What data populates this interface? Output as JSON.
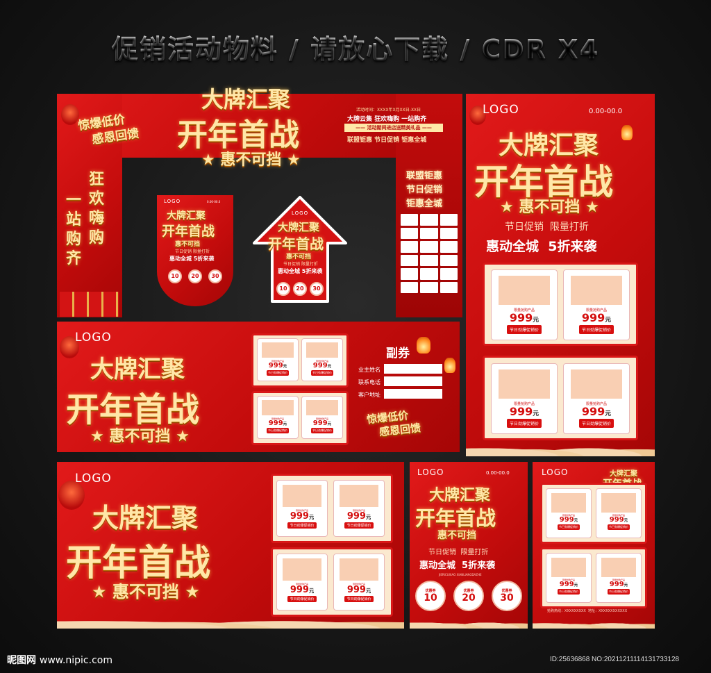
{
  "header": {
    "title": "促销活动物料 / 请放心下载 / CDR X4"
  },
  "shared": {
    "logo": "LOGO",
    "headline1": "大牌汇聚",
    "headline2": "开年首战",
    "headline3": "惠不可挡",
    "star": "★",
    "time_label": "活动时间",
    "time_value": "0.00-00.0",
    "sub1": "节日促销  限量打折",
    "sub2": "惠动全城  5折来袭",
    "pinyin": "JIERICUXIAO XIANLIANGDAZHE",
    "coupon_label": "优惠券",
    "coupons": [
      "10",
      "20",
      "30"
    ],
    "coupon_unit": "元",
    "product_tag": "限量抢购产品",
    "price": "999",
    "price_unit": "元",
    "price_btn": "节日劲爆促销价"
  },
  "arch": {
    "left_slogan1": "惊爆低价",
    "left_slogan2": "感恩回馈",
    "event_time": "活动时间：XXXX年X月XX日-XX日",
    "line1": "大牌云集  狂欢嗨购  一站购齐",
    "ribbon": "—— 活动期间进店送精美礼品 ——",
    "line3": "联盟钜惠  节日促销  钜惠全城",
    "left_pillar_col1": "一站购齐",
    "left_pillar_col2": "狂欢嗨购",
    "right_pillar": [
      "联盟钜惠",
      "节日促销",
      "钜惠全城"
    ]
  },
  "banner": {
    "coupon_title": "副券",
    "fields": [
      {
        "label": "业主姓名",
        "value": ""
      },
      {
        "label": "联系电话",
        "value": ""
      },
      {
        "label": "客户地址",
        "value": ""
      }
    ],
    "slogan1": "惊爆低价",
    "slogan2": "感恩回馈"
  },
  "flyer_back": {
    "hotline_label": "抢购热线：",
    "hotline_value": "XXXXXXXXX",
    "address_label": "地址：",
    "address_value": "XXXXXXXXXXXX"
  },
  "footer": {
    "site_brand": "昵图网",
    "site_url": "www.nipic.com",
    "id_text": "ID:25636868 NO:20211211114131733128"
  },
  "colors": {
    "red": "#d40e0e",
    "gold": "#ffe7a8",
    "cream": "#fbe9cf",
    "product_placeholder": "#f9cfb3"
  }
}
